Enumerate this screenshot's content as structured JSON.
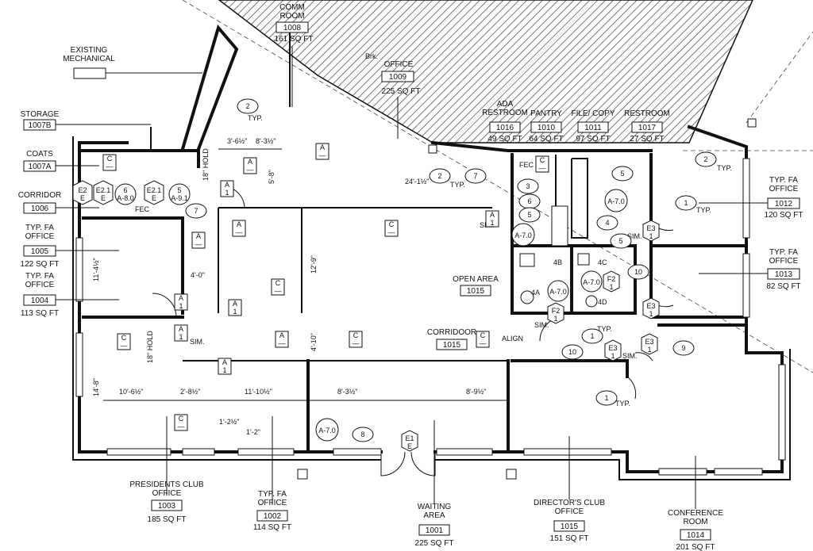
{
  "rooms": [
    {
      "id": "r-1008",
      "name": "COMM\nROOM",
      "number": "1008",
      "area": "161 SQ FT"
    },
    {
      "id": "r-1009",
      "name": "OFFICE",
      "number": "1009",
      "area": "225 SQ FT"
    },
    {
      "id": "r-mech",
      "name": "EXISTING\nMECHANICAL",
      "number": "",
      "area": ""
    },
    {
      "id": "r-1007b",
      "name": "STORAGE",
      "number": "1007B",
      "area": ""
    },
    {
      "id": "r-1007a",
      "name": "COATS",
      "number": "1007A",
      "area": ""
    },
    {
      "id": "r-1006",
      "name": "CORRIDOR",
      "number": "1006",
      "area": ""
    },
    {
      "id": "r-1005",
      "name": "TYP. FA\nOFFICE",
      "number": "1005",
      "area": "122 SQ FT"
    },
    {
      "id": "r-1004",
      "name": "TYP. FA\nOFFICE",
      "number": "1004",
      "area": "113 SQ FT"
    },
    {
      "id": "r-1016",
      "name": "ADA\nRESTROOM",
      "number": "1016",
      "area": "49 SQ FT"
    },
    {
      "id": "r-1010",
      "name": "PANTRY",
      "number": "1010",
      "area": "64 SQ FT"
    },
    {
      "id": "r-1011",
      "name": "FILE/ COPY",
      "number": "1011",
      "area": "97 SQ FT"
    },
    {
      "id": "r-1017",
      "name": "RESTROOM",
      "number": "1017",
      "area": "27 SQ FT"
    },
    {
      "id": "r-1012",
      "name": "TYP. FA\nOFFICE",
      "number": "1012",
      "area": "120 SQ FT"
    },
    {
      "id": "r-1013",
      "name": "TYP. FA\nOFFICE",
      "number": "1013",
      "area": "82 SQ FT"
    },
    {
      "id": "r-openarea",
      "name": "OPEN AREA",
      "number": "1015",
      "area": ""
    },
    {
      "id": "r-corr1015",
      "name": "CORRIDOOR",
      "number": "1015",
      "area": ""
    },
    {
      "id": "r-1003",
      "name": "PRESIDENTS CLUB\nOFFICE",
      "number": "1003",
      "area": "185 SQ FT"
    },
    {
      "id": "r-1002",
      "name": "TYP. FA\nOFFICE",
      "number": "1002",
      "area": "114 SQ FT"
    },
    {
      "id": "r-1001",
      "name": "WAITING\nAREA",
      "number": "1001",
      "area": "225 SQ FT"
    },
    {
      "id": "r-dir1015",
      "name": "DIRECTOR'S CLUB\nOFFICE",
      "number": "1015",
      "area": "151 SQ FT"
    },
    {
      "id": "r-1014",
      "name": "CONFERENCE\nROOM",
      "number": "1014",
      "area": "201 SQ FT"
    }
  ],
  "dimensions": [
    "24'-1½\"",
    "3'-6½\"",
    "8'-3½\"",
    "5'-8\"",
    "18\" HOLD",
    "11'-4½\"",
    "4'-0\"",
    "12'-9\"",
    "4'-10\"",
    "14'-8\"",
    "10'-6½\"",
    "2'-8½\"",
    "11'-10½\"",
    "8'-3½\"",
    "8'-9½\"",
    "1'-2½\"",
    "18\" HOLD",
    "1'-2\""
  ],
  "notes": [
    "TYP.",
    "TYP.",
    "TYP.",
    "TYP.",
    "TYP.",
    "TYP.",
    "FEC",
    "FEC",
    "SIM.",
    "SIM.",
    "SIM.",
    "SIM.",
    "SIM.",
    "ALIGN",
    "Brk."
  ],
  "tags": {
    "e2": "E2\nE",
    "e21": "E2.1\nE",
    "a80": "6\nA-8.0",
    "e21b": "E2.1\nE",
    "a91": "5\nA-9.1",
    "a70": "A-7.0",
    "e1": "E1\nE",
    "e3": "E3\n1",
    "f2": "F2\n1",
    "a": "A\n1",
    "c": "C\n—",
    "aa": "A\n—",
    "n1": "1",
    "n2": "2",
    "n3": "3",
    "n4": "4",
    "n5": "5",
    "n6": "6",
    "n7": "7",
    "n8": "8",
    "n9": "9",
    "n10": "10",
    "n4b": "4B",
    "n4c": "4C",
    "n4a": "4A",
    "n4d": "4D"
  },
  "colors": {
    "ink": "#111111",
    "paper": "#ffffff",
    "hatch": "#555555"
  }
}
